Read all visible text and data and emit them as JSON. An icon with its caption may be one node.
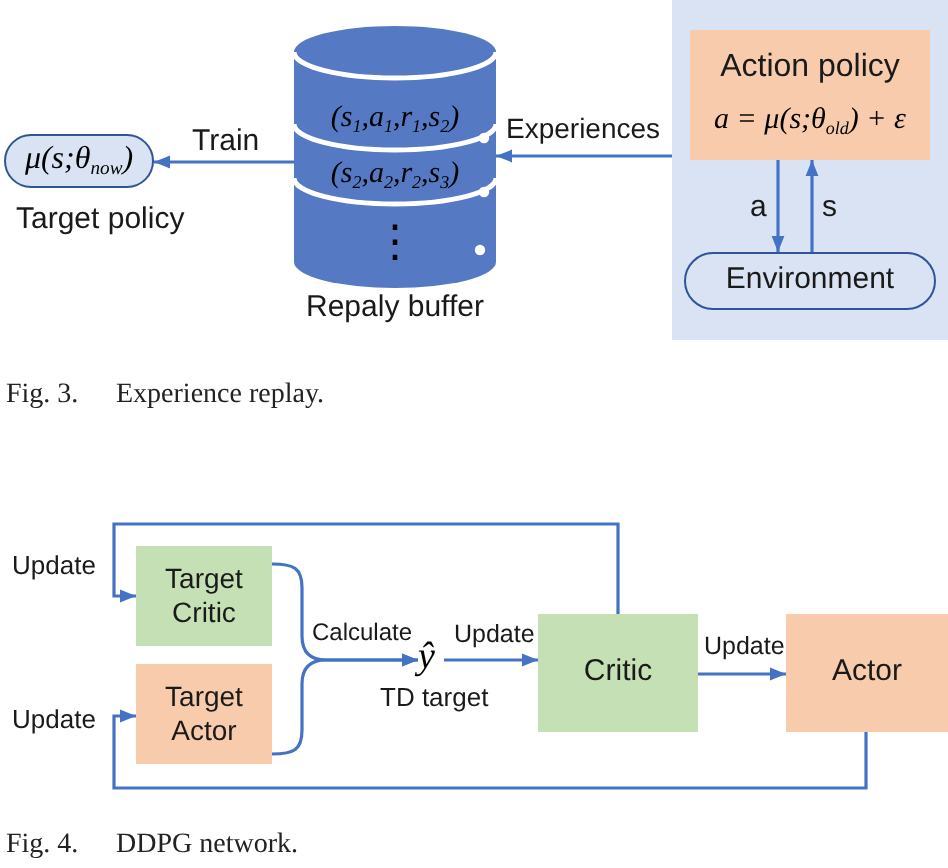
{
  "diagram": {
    "nodes": [
      {
        "text": [
          "μ(s;θ$_{now}$)"
        ],
        "beside": [
          "Target policy"
        ]
      },
      {
        "text": [
          "(s$_{1}$,a$_{1}$,r$_{1}$,s$_{2}$)",
          "(s$_{2}$,a$_{2}$,r$_{2}$,s$_{3}$)",
          "⋮"
        ],
        "beside": [
          "Repaly buffer"
        ]
      },
      {
        "text": [],
        "shape": "box"
      },
      {
        "text": [
          "Action policy",
          "a = μ(s;θ$_{old}$) + ε"
        ],
        "in": 2
      },
      {
        "text": [
          "Environment"
        ],
        "in": 2
      },
      {
        "text": [
          "Target Critic"
        ]
      },
      {
        "text": [
          "Target Actor"
        ]
      },
      {
        "text": [
          "ŷ"
        ],
        "beside": [
          "TD target"
        ]
      },
      {
        "text": [
          "Critic"
        ]
      },
      {
        "text": [
          "Actor"
        ]
      }
    ],
    "edges": [
      {
        "from": 1,
        "to": 0,
        "arrow": "to",
        "label": "Train"
      },
      {
        "from": 2,
        "to": 1,
        "arrow": "to",
        "label": "Experiences"
      },
      {
        "from": 3,
        "to": 4,
        "arrow": "to",
        "label": "a"
      },
      {
        "from": 4,
        "to": 3,
        "arrow": "to",
        "label": "s"
      },
      {
        "from": 8,
        "to": 5,
        "arrow": "to",
        "label": "Update"
      },
      {
        "from": 9,
        "to": 6,
        "arrow": "to",
        "label": "Update"
      },
      {
        "from": 5,
        "to": 7,
        "arrow": "to",
        "label": "Calculate"
      },
      {
        "from": 6,
        "to": 7,
        "arrow": "to"
      },
      {
        "from": 7,
        "to": 8,
        "arrow": "to",
        "label": "Update"
      },
      {
        "from": 8,
        "to": 9,
        "arrow": "to",
        "label": "Update"
      }
    ],
    "labels": [
      "Fig. 3.",
      "Experience replay.",
      "Fig. 4.",
      "DDPG network."
    ]
  }
}
